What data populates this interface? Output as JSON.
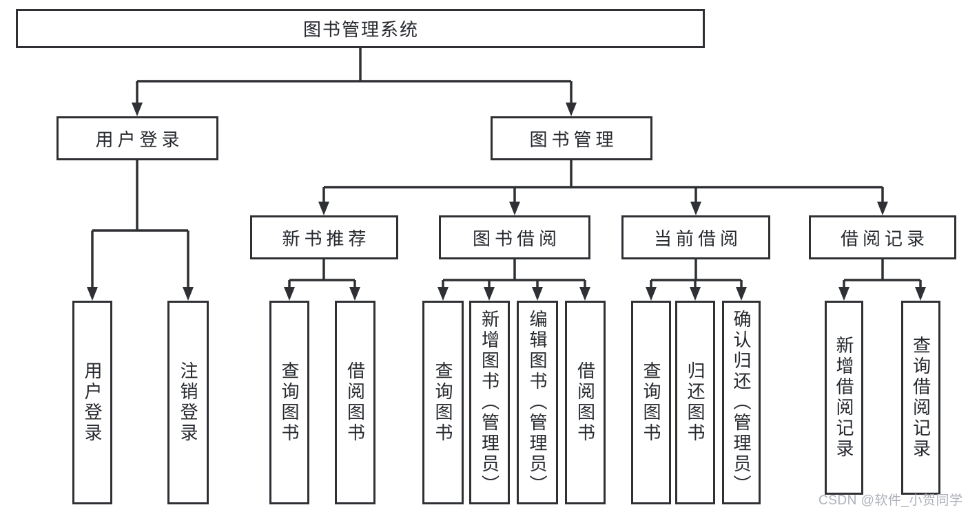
{
  "diagram": {
    "root": {
      "label": "图书管理系统"
    },
    "branches": [
      {
        "label": "用户登录",
        "children": [
          {
            "label": "用户登录"
          },
          {
            "label": "注销登录"
          }
        ]
      },
      {
        "label": "图书管理",
        "children": [
          {
            "label": "新书推荐",
            "children": [
              {
                "label": "查询图书"
              },
              {
                "label": "借阅图书"
              }
            ]
          },
          {
            "label": "图书借阅",
            "children": [
              {
                "label": "查询图书"
              },
              {
                "label": "新增图书（管理员）"
              },
              {
                "label": "编辑图书（管理员）"
              },
              {
                "label": "借阅图书"
              }
            ]
          },
          {
            "label": "当前借阅",
            "children": [
              {
                "label": "查询图书"
              },
              {
                "label": "归还图书"
              },
              {
                "label": "确认归还（管理员）"
              }
            ]
          },
          {
            "label": "借阅记录",
            "children": [
              {
                "label": "新增借阅记录"
              },
              {
                "label": "查询借阅记录"
              }
            ]
          }
        ]
      }
    ]
  },
  "watermark": {
    "label": "CSDN @软件_小贺同学"
  },
  "colors": {
    "line": "#2e3034",
    "text": "#26292e",
    "watermark": "#aeb0ba",
    "background": "#ffffff"
  }
}
